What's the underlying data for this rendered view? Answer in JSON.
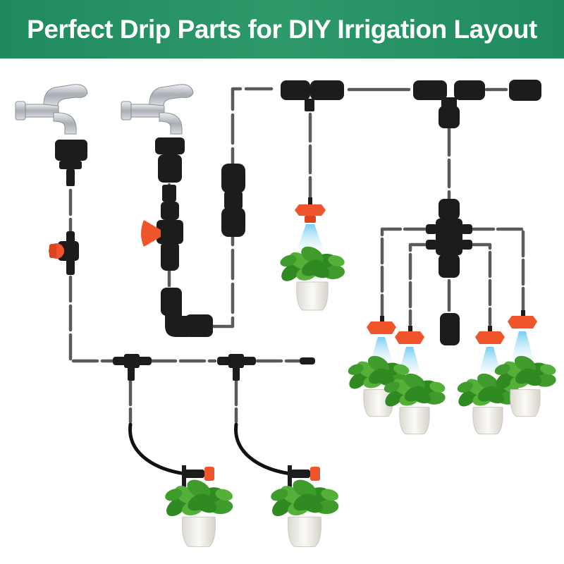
{
  "banner": {
    "title": "Perfect Drip Parts for DIY Irrigation Layout"
  },
  "colors": {
    "banner_green": "#1e8a5e",
    "title_text": "#ffffff",
    "tube_gray": "#555555",
    "fitting_black": "#1c1c1c",
    "valve_orange": "#f0542a",
    "faucet_chrome": "#b8bcc2",
    "spray_blue": "#8fd6f5",
    "leaf_green": "#3e9b2c",
    "pot_white": "#f3f1ec"
  },
  "components": {
    "faucet_count": 2,
    "dripper_count": 5,
    "adjustable_stake_count": 2,
    "potted_plant_count": 7
  }
}
